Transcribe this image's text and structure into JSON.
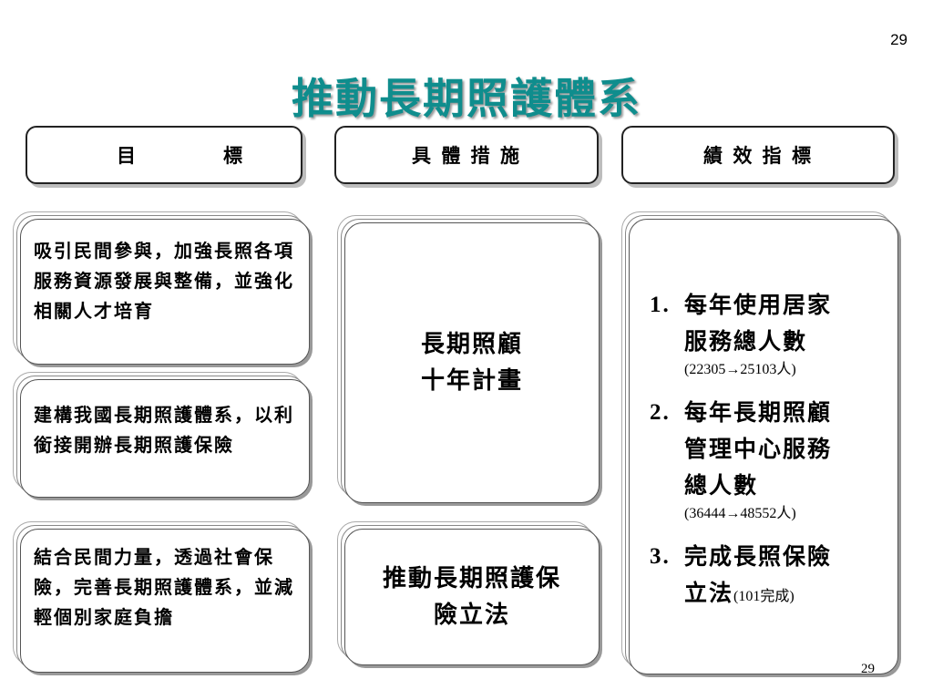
{
  "page_number_top": "29",
  "page_number_bottom": "29",
  "title": "推動長期照護體系",
  "headers": {
    "goal_left": "目",
    "goal_right": "標",
    "measures": "具 體 措 施",
    "kpi": "績 效 指 標"
  },
  "goals": [
    "吸引民間參與，加強長照各項服務資源發展與整備，並強化相關人才培育",
    "建構我國長期照護體系，以利銜接開辦長期照護保險",
    "結合民間力量，透過社會保險，完善長期照護體系，並減輕個別家庭負擔"
  ],
  "measures": {
    "plan_line1": "長期照顧",
    "plan_line2": "十年計畫",
    "insurance_line1": "推動長期照護保",
    "insurance_line2": "險立法"
  },
  "kpis": [
    {
      "num": "1.",
      "line1": "每年使用居家",
      "line2": "服務總人數",
      "note": "(22305→25103人)"
    },
    {
      "num": "2.",
      "line1": "每年長期照顧",
      "line2": "管理中心服務",
      "line3": "總人數",
      "note": "(36444→48552人)"
    },
    {
      "num": "3.",
      "line1": "完成長照保險",
      "line2": "立法",
      "note": "(101完成)"
    }
  ]
}
